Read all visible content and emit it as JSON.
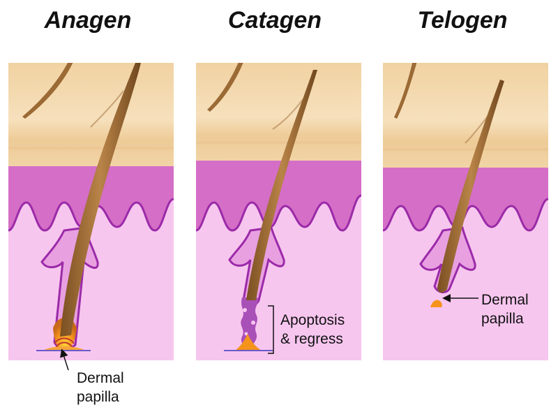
{
  "stages": [
    {
      "title": "Anagen"
    },
    {
      "title": "Catagen"
    },
    {
      "title": "Telogen"
    }
  ],
  "labels": {
    "anagen_line1": "Dermal",
    "anagen_line2": "papilla",
    "catagen_line1": "Apoptosis",
    "catagen_line2": "& regress",
    "telogen_line1": "Dermal",
    "telogen_line2": "papilla"
  },
  "colors": {
    "skin_surface": "#f2d6a6",
    "epidermis": "#d670c6",
    "dermis": "#f6c5ef",
    "follicle_outline": "#9b2aa8",
    "hair": "#9b6a35",
    "papilla_active": "#f59a1c"
  }
}
